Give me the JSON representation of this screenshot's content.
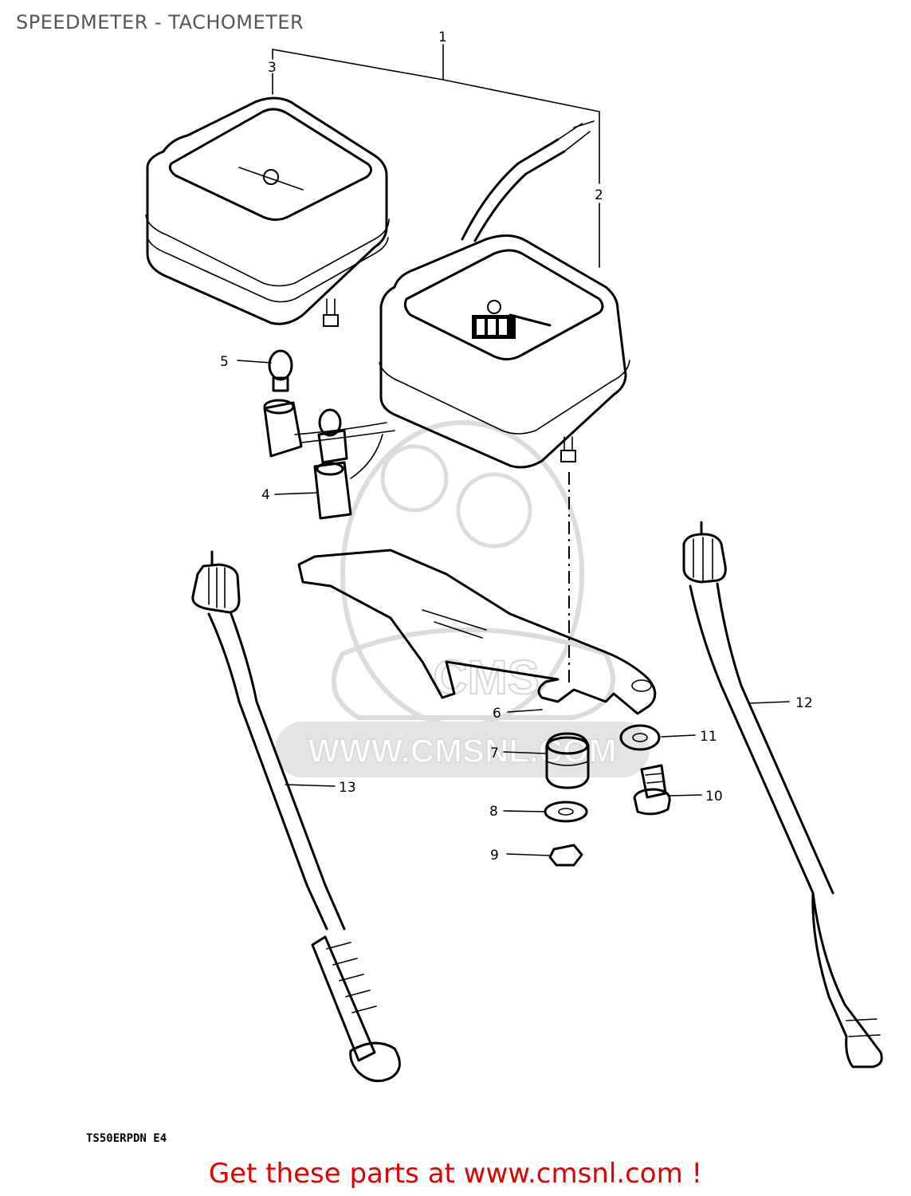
{
  "page": {
    "title": "SPEEDMETER - TACHOMETER"
  },
  "watermark": {
    "text": "WWW.CMSNL.COM",
    "logo": "CMS"
  },
  "callouts": {
    "c1": "1",
    "c2": "2",
    "c3": "3",
    "c4": "4",
    "c5": "5",
    "c6": "6",
    "c7": "7",
    "c8": "8",
    "c9": "9",
    "c10": "10",
    "c11": "11",
    "c12": "12",
    "c13": "13"
  },
  "drawing_code": "TS50ERPDN E4",
  "footer": {
    "link_text": "Get these parts at www.cmsnl.com !"
  },
  "colors": {
    "footer_link": "#e00000",
    "title": "#555555",
    "watermark": "#d8d8d8"
  }
}
